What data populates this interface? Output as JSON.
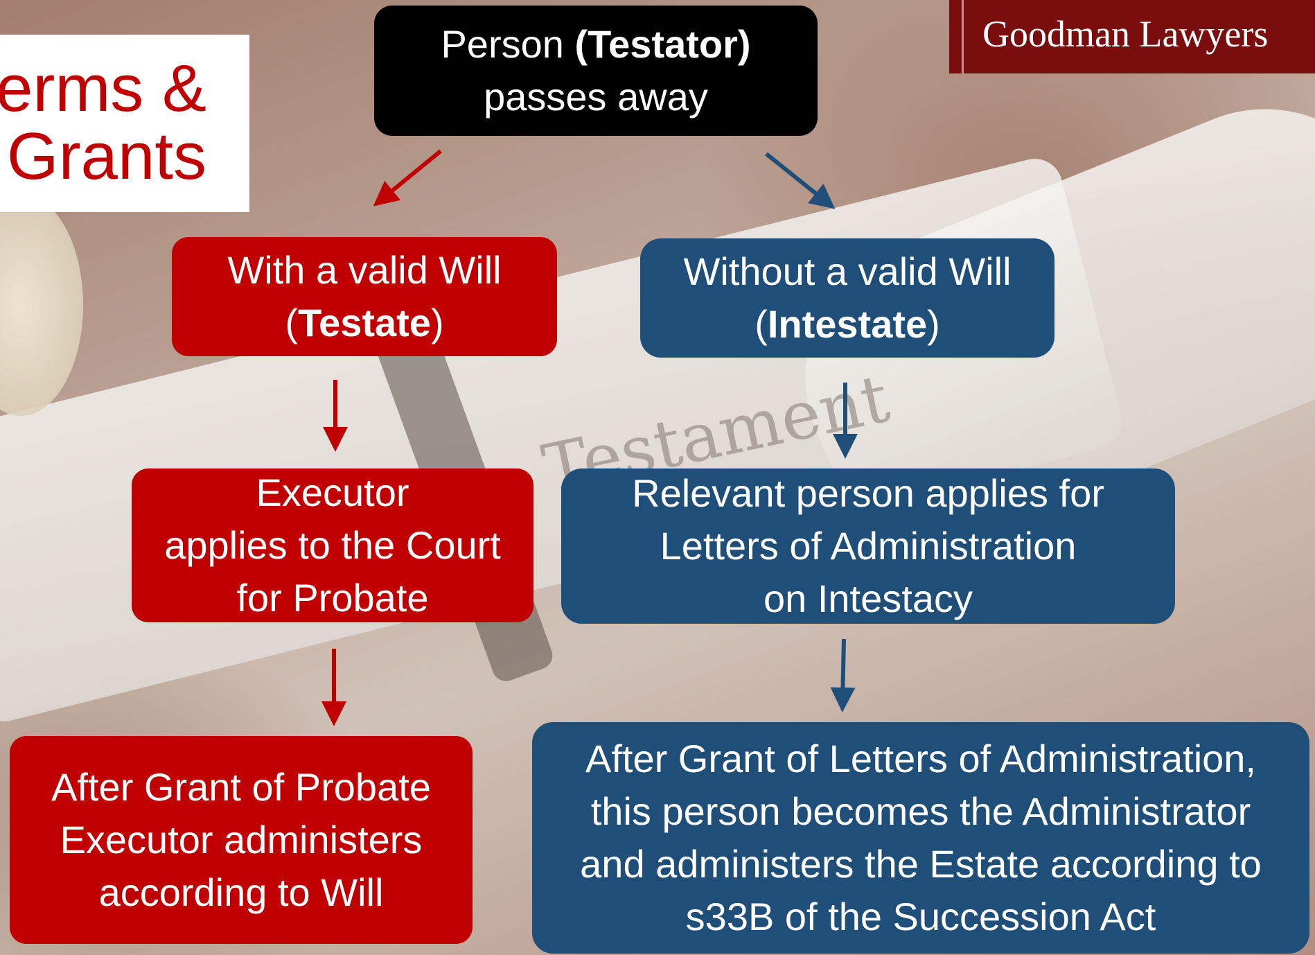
{
  "title": {
    "line1": "erms &",
    "line2": "Grants"
  },
  "logo": {
    "text": "Goodman Lawyers"
  },
  "background": {
    "word": "Testament"
  },
  "colors": {
    "red": "#c00000",
    "blue": "#1f4e79",
    "black": "#000000"
  },
  "nodes": {
    "root": {
      "pre": "Person ",
      "bold": "(Testator)",
      "post": "passes away"
    },
    "will": {
      "line1": "With a valid Will",
      "open": "(",
      "bold": "Testate",
      "close": ")"
    },
    "nowill": {
      "line1": "Without a valid Will",
      "open": "(",
      "bold": "Intestate",
      "close": ")"
    },
    "exec": {
      "lines": [
        "Executor",
        "applies to the Court",
        "for Probate"
      ]
    },
    "rel": {
      "lines": [
        "Relevant person applies for",
        "Letters of Administration",
        "on Intestacy"
      ]
    },
    "after_probate": {
      "lines": [
        "After Grant of Probate",
        "Executor administers",
        "according to Will"
      ]
    },
    "after_admin": {
      "lines": [
        "After Grant of Letters of Administration,",
        "this person becomes the Administrator",
        "and administers the Estate according to",
        "s33B of the Succession Act"
      ]
    }
  }
}
